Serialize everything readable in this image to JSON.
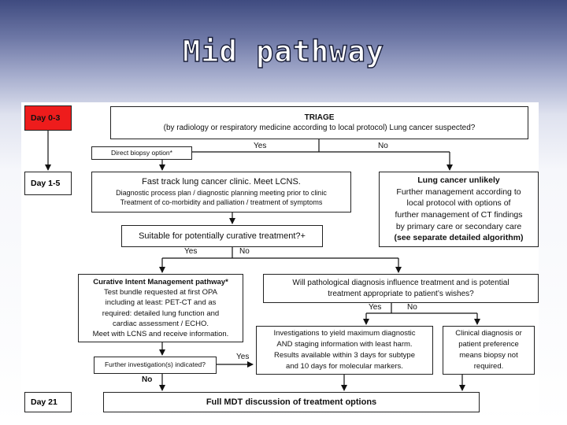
{
  "title": "Mid pathway",
  "days": {
    "d1": "Day 0-3",
    "d2": "Day 1-5",
    "d3": "Day 21"
  },
  "triage": {
    "title": "TRIAGE",
    "body": "(by radiology or respiratory medicine according to local protocol) Lung cancer suspected?"
  },
  "direct_biopsy": "Direct biopsy option*",
  "fast_track": {
    "title": "Fast track lung cancer clinic. Meet LCNS.",
    "line2": "Diagnostic process plan / diagnostic planning meeting prior to clinic",
    "line3": "Treatment of co-morbidity and palliation / treatment of symptoms"
  },
  "unlikely": {
    "title": "Lung cancer unlikely",
    "line2": "Further management according to",
    "line3": "local protocol with options of",
    "line4": "further management of CT findings",
    "line5": "by primary care or secondary care",
    "line6": "(see separate detailed algorithm)"
  },
  "suitable": "Suitable for potentially curative treatment?+",
  "curative": {
    "title": "Curative Intent Management pathway*",
    "line2": "Test bundle requested at first OPA",
    "line3": "including at least: PET-CT and as",
    "line4": "required: detailed lung function and",
    "line5": "cardiac assessment / ECHO.",
    "line6": "Meet with LCNS and receive information."
  },
  "pathological": {
    "line1": "Will pathological diagnosis influence treatment and is potential",
    "line2": "treatment appropriate to patient’s wishes?"
  },
  "investigations": {
    "line1": "Investigations to yield maximum diagnostic",
    "line2": "AND staging information with least harm.",
    "line3": "Results available within 3 days for subtype",
    "line4": "and 10 days for molecular markers."
  },
  "clinical": {
    "line1": "Clinical diagnosis or",
    "line2": "patient preference",
    "line3": "means biopsy not",
    "line4": "required."
  },
  "further": "Further investigation(s) indicated?",
  "mdt": "Full MDT discussion of treatment options",
  "labels": {
    "yes1": "Yes",
    "no1": "No",
    "yes2": "Yes",
    "no2": "No",
    "yes3": "Yes",
    "no3": "No",
    "yes4": "Yes",
    "no4": "No"
  }
}
